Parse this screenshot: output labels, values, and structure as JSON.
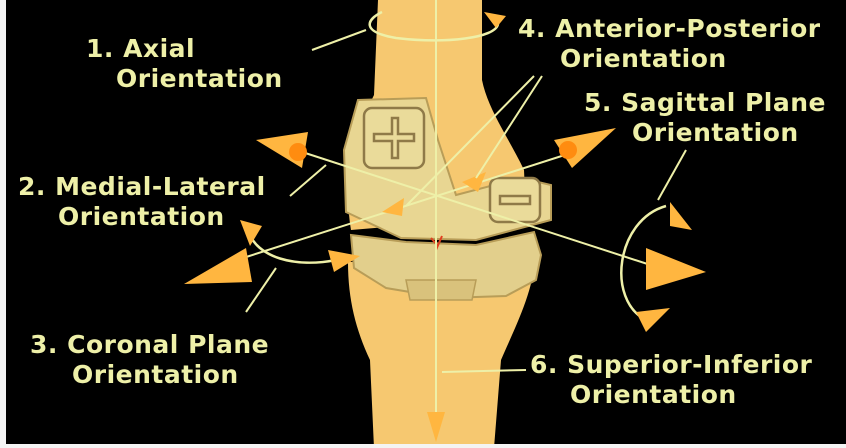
{
  "labels": {
    "axial": {
      "line1": "1. Axial",
      "line2": "Orientation"
    },
    "medial_lateral": {
      "line1": "2. Medial-Lateral",
      "line2": "Orientation"
    },
    "coronal": {
      "line1": "3. Coronal Plane",
      "line2": "Orientation"
    },
    "anterior_posterior": {
      "line1": "4. Anterior-Posterior",
      "line2": "Orientation"
    },
    "sagittal": {
      "line1": "5. Sagittal Plane",
      "line2": "Orientation"
    },
    "superior_inferior": {
      "line1": "6. Superior-Inferior",
      "line2": "Orientation"
    }
  },
  "colors": {
    "background": "#000000",
    "bone": "#f6c870",
    "implant": "#e8d692",
    "label_text": "#eef0a8",
    "arrow_head": "#ffb640",
    "arrow_tip": "#ff8c10"
  }
}
